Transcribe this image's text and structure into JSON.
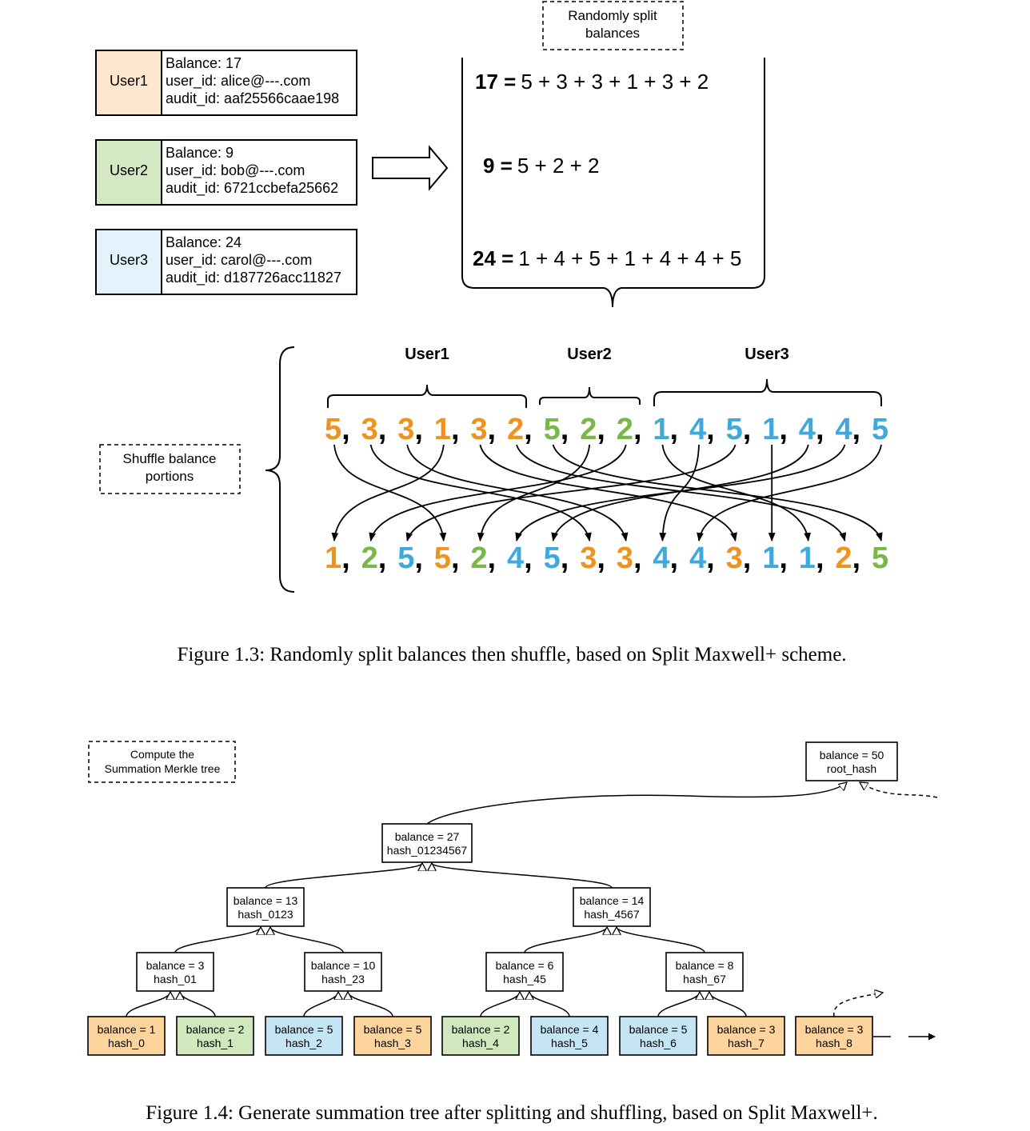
{
  "colors": {
    "orange": "#f0921e",
    "green": "#7ab648",
    "blue": "#3fa9dc",
    "fill_orange": "#fde8cf",
    "fill_orange_dark": "#fdd49e",
    "fill_green": "#cfe8bd",
    "fill_blue": "#c5e5f5",
    "fill_blue_light": "#e2f3fc"
  },
  "figure13": {
    "split_note": [
      "Randomly split",
      "balances"
    ],
    "shuffle_note": [
      "Shuffle balance",
      "portions"
    ],
    "caption": "Figure 1.3: Randomly split balances then shuffle, based on Split Maxwell+ scheme.",
    "users": [
      {
        "label": "User1",
        "lines": [
          "Balance: 17",
          "user_id: alice@---.com",
          "audit_id: aaf25566caae198"
        ],
        "color": "orange"
      },
      {
        "label": "User2",
        "lines": [
          "Balance: 9",
          "user_id: bob@---.com",
          "audit_id: 6721ccbefa25662"
        ],
        "color": "green"
      },
      {
        "label": "User3",
        "lines": [
          "Balance: 24",
          "user_id: carol@---.com",
          "audit_id: d187726acc11827"
        ],
        "color": "blue"
      }
    ],
    "equations": [
      {
        "total": "17 =",
        "parts": "5 + 3 + 3 + 1 + 3 + 2"
      },
      {
        "total": "9 =",
        "parts": "5 + 2 + 2"
      },
      {
        "total": "24 =",
        "parts": "1 + 4 + 5 + 1 + 4 + 4 + 5"
      }
    ],
    "group_labels": [
      "User1",
      "User2",
      "User3"
    ],
    "top_sequence": [
      {
        "v": "5",
        "c": "orange"
      },
      {
        "v": "3",
        "c": "orange"
      },
      {
        "v": "3",
        "c": "orange"
      },
      {
        "v": "1",
        "c": "orange"
      },
      {
        "v": "3",
        "c": "orange"
      },
      {
        "v": "2",
        "c": "orange"
      },
      {
        "v": "5",
        "c": "green"
      },
      {
        "v": "2",
        "c": "green"
      },
      {
        "v": "2",
        "c": "green"
      },
      {
        "v": "1",
        "c": "blue"
      },
      {
        "v": "4",
        "c": "blue"
      },
      {
        "v": "5",
        "c": "blue"
      },
      {
        "v": "1",
        "c": "blue"
      },
      {
        "v": "4",
        "c": "blue"
      },
      {
        "v": "4",
        "c": "blue"
      },
      {
        "v": "5",
        "c": "blue"
      }
    ],
    "bottom_sequence": [
      {
        "v": "1",
        "c": "orange"
      },
      {
        "v": "2",
        "c": "green"
      },
      {
        "v": "5",
        "c": "blue"
      },
      {
        "v": "5",
        "c": "orange"
      },
      {
        "v": "2",
        "c": "green"
      },
      {
        "v": "4",
        "c": "blue"
      },
      {
        "v": "5",
        "c": "blue"
      },
      {
        "v": "3",
        "c": "orange"
      },
      {
        "v": "3",
        "c": "orange"
      },
      {
        "v": "4",
        "c": "blue"
      },
      {
        "v": "4",
        "c": "blue"
      },
      {
        "v": "3",
        "c": "orange"
      },
      {
        "v": "1",
        "c": "blue"
      },
      {
        "v": "1",
        "c": "blue"
      },
      {
        "v": "2",
        "c": "orange"
      },
      {
        "v": "5",
        "c": "green"
      }
    ],
    "shuffle_map": [
      [
        0,
        3
      ],
      [
        1,
        7
      ],
      [
        2,
        8
      ],
      [
        3,
        0
      ],
      [
        4,
        11
      ],
      [
        5,
        14
      ],
      [
        6,
        15
      ],
      [
        7,
        4
      ],
      [
        8,
        1
      ],
      [
        9,
        13
      ],
      [
        10,
        9
      ],
      [
        11,
        2
      ],
      [
        12,
        12
      ],
      [
        13,
        6
      ],
      [
        14,
        5
      ],
      [
        15,
        10
      ]
    ]
  },
  "figure14": {
    "note": [
      "Compute the",
      "Summation Merkle tree"
    ],
    "caption": "Figure 1.4: Generate summation tree after splitting and shuffling, based on Split Maxwell+.",
    "root": {
      "balance": "balance = 50",
      "hash": "root_hash"
    },
    "level3": {
      "balance": "balance = 27",
      "hash": "hash_01234567"
    },
    "level2": [
      {
        "balance": "balance = 13",
        "hash": "hash_0123"
      },
      {
        "balance": "balance = 14",
        "hash": "hash_4567"
      }
    ],
    "level1": [
      {
        "balance": "balance = 3",
        "hash": "hash_01"
      },
      {
        "balance": "balance = 10",
        "hash": "hash_23"
      },
      {
        "balance": "balance = 6",
        "hash": "hash_45"
      },
      {
        "balance": "balance = 8",
        "hash": "hash_67"
      }
    ],
    "leaves": [
      {
        "balance": "balance = 1",
        "hash": "hash_0",
        "color": "orange"
      },
      {
        "balance": "balance = 2",
        "hash": "hash_1",
        "color": "green"
      },
      {
        "balance": "balance = 5",
        "hash": "hash_2",
        "color": "blue"
      },
      {
        "balance": "balance = 5",
        "hash": "hash_3",
        "color": "orange"
      },
      {
        "balance": "balance = 2",
        "hash": "hash_4",
        "color": "green"
      },
      {
        "balance": "balance = 4",
        "hash": "hash_5",
        "color": "blue"
      },
      {
        "balance": "balance = 5",
        "hash": "hash_6",
        "color": "blue"
      },
      {
        "balance": "balance = 3",
        "hash": "hash_7",
        "color": "orange"
      },
      {
        "balance": "balance = 3",
        "hash": "hash_8",
        "color": "orange"
      }
    ]
  }
}
